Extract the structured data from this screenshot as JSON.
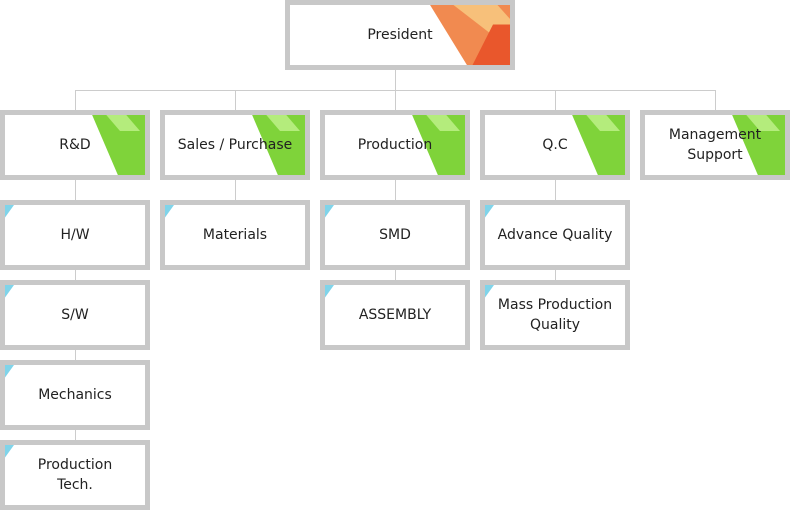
{
  "colors": {
    "border": "#c8c8c8",
    "connector": "#cccccc",
    "president_accent": [
      "#e9572c",
      "#f18a50",
      "#f7c07a"
    ],
    "department_accent": [
      "#5a8f0c",
      "#7fd33a",
      "#b4ec7c"
    ],
    "team_accent": [
      "#14a0a7",
      "#27b3d9",
      "#7fd4ea"
    ],
    "text": "#222222"
  },
  "president": {
    "label": "President"
  },
  "departments": [
    {
      "label": "R&D",
      "teams": [
        "H/W",
        "S/W",
        "Mechanics",
        "Production\nTech."
      ]
    },
    {
      "label": "Sales / Purchase",
      "teams": [
        "Materials"
      ]
    },
    {
      "label": "Production",
      "teams": [
        "SMD",
        "ASSEMBLY"
      ]
    },
    {
      "label": "Q.C",
      "teams": [
        "Advance Quality",
        "Mass Production\nQuality"
      ]
    },
    {
      "label": "Management\nSupport",
      "teams": []
    }
  ]
}
